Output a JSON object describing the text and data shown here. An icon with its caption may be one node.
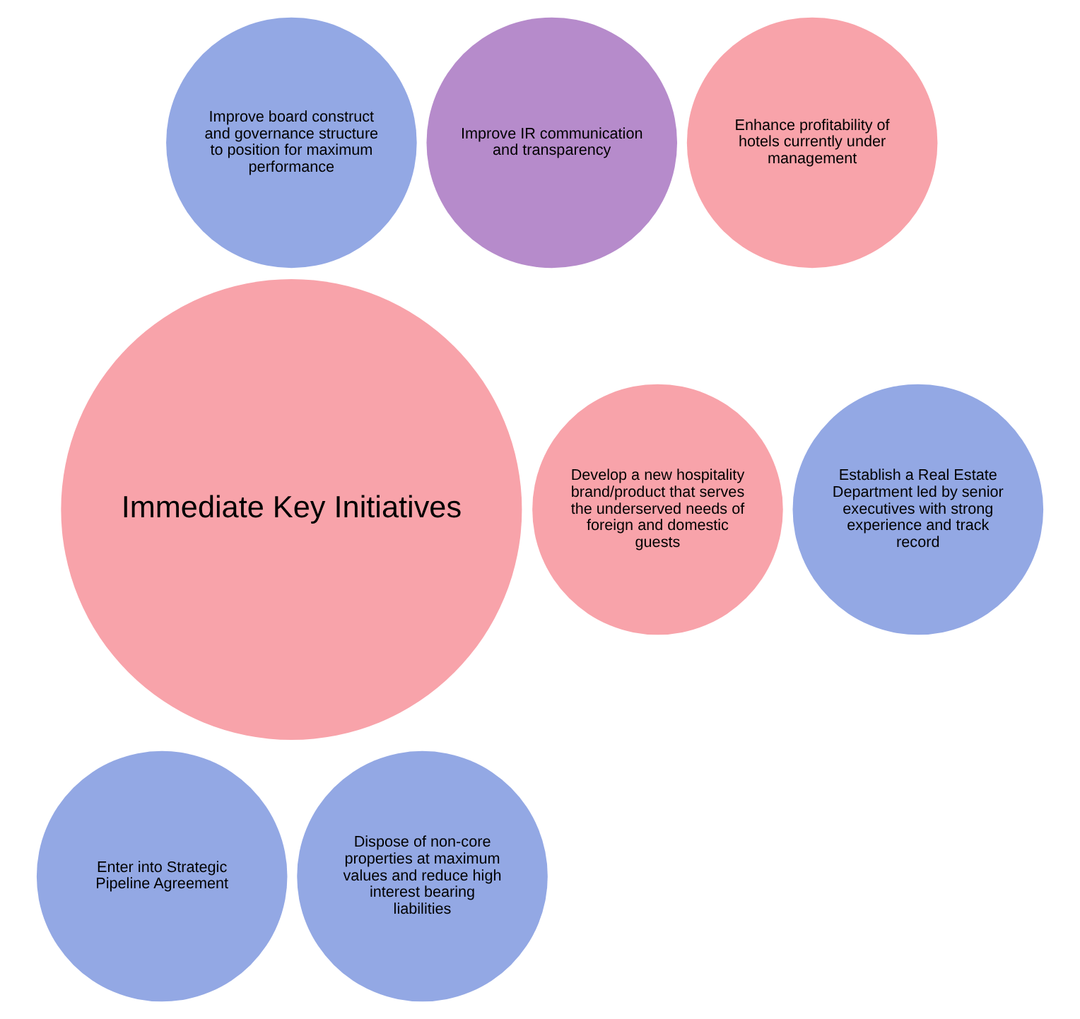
{
  "diagram": {
    "nodes": [
      {
        "text": [
          "Improve board construct and governance structure to position for maximum performance"
        ]
      },
      {
        "text": [
          "Improve IR communication and transparency"
        ]
      },
      {
        "text": [
          "Enhance profitability of hotels currently under management"
        ]
      },
      {
        "text": [
          "Immediate Key Initiatives"
        ]
      },
      {
        "text": [
          "Develop a new hospitality brand/product that serves the underserved needs of foreign and domestic guests"
        ]
      },
      {
        "text": [
          "Establish a Real Estate Department led by senior executives with strong experience and track record"
        ]
      },
      {
        "text": [
          "Enter into Strategic Pipeline Agreement"
        ]
      },
      {
        "text": [
          "Dispose of non-core properties at maximum values and reduce high interest bearing liabilities"
        ]
      }
    ]
  }
}
